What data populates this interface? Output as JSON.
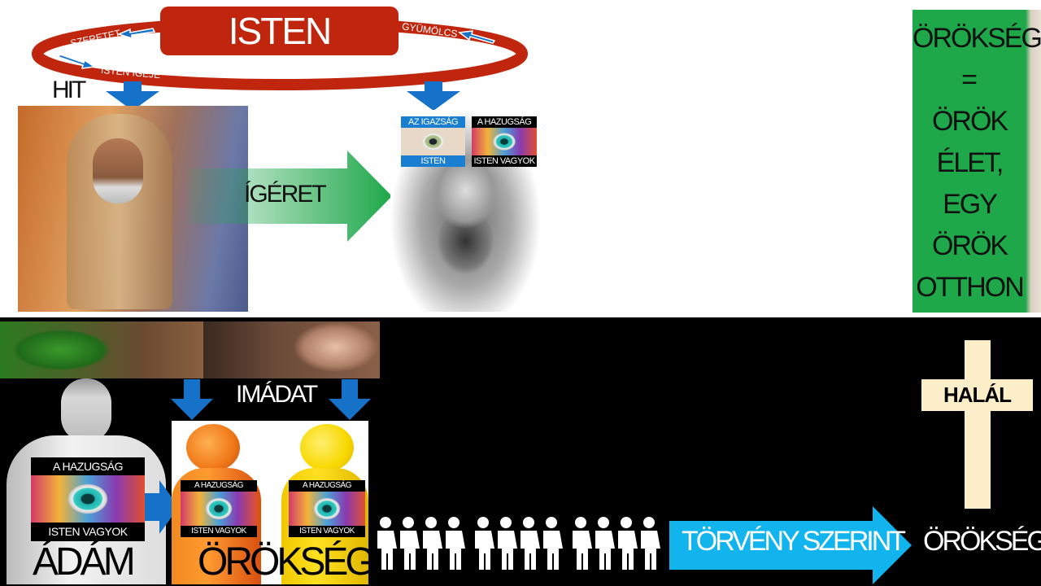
{
  "top": {
    "god_label": "ISTEN",
    "ring_labels": {
      "love": "SZERETET",
      "fruit": "GYÜMÖLCS",
      "word": "ISTEN IGÉJE"
    },
    "faith_label": "HIT",
    "promise_label": "ÍGÉRET",
    "eye_cards": [
      {
        "top": "AZ IGAZSÁG",
        "bottom": "ISTEN GYERMEKE"
      },
      {
        "top": "A HAZUGSÁG",
        "bottom": "ISTEN VAGYOK"
      }
    ]
  },
  "inheritance_box": {
    "lines": [
      "ÖRÖKSÉG",
      "=",
      "ÖRÖK",
      "ÉLET,",
      "EGY",
      "ÖRÖK",
      "OTTHON"
    ]
  },
  "bottom": {
    "worship_label": "IMÁDAT",
    "adam_label": "ÁDÁM",
    "heritage_label": "ÖRÖKSÉGE",
    "eye_card": {
      "top": "A HAZUGSÁG",
      "bottom": "ISTEN VAGYOK"
    },
    "law_label": "TÖRVÉNY SZERINT",
    "inheritance_label": "ÖRÖKSÉG",
    "death_label": "HALÁL"
  },
  "colors": {
    "red": "#c0260e",
    "blue": "#1572c8",
    "green": "#1ea84a",
    "cyan": "#12b4ee",
    "cross": "#fbeec8"
  }
}
